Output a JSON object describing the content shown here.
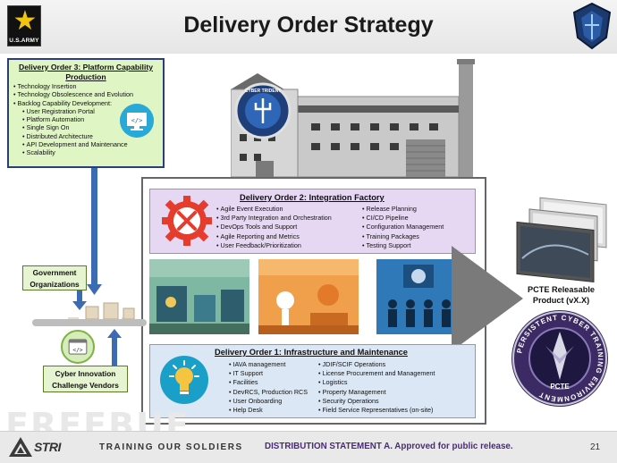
{
  "header": {
    "title": "Delivery Order Strategy",
    "army_logo_text": "U.S.ARMY",
    "cyber_logo_text": ""
  },
  "do3": {
    "title_line1": "Delivery Order 3: Platform Capability",
    "title_line2": "Production",
    "items": [
      "Technology Insertion",
      "Technology Obsolescence and Evolution",
      "Backlog Capability Development:"
    ],
    "sub_items": [
      "User Registration Portal",
      "Platform Automation",
      "Single Sign On",
      "Distributed Architecture",
      "API Development and Maintenance",
      "Scalability"
    ]
  },
  "factory": {
    "sign_text": "CYBER TRIDENT"
  },
  "do2": {
    "title": "Delivery Order 2: Integration Factory",
    "col1": [
      "Agile Event Execution",
      "3rd Party Integration and Orchestration",
      "DevOps Tools and Support",
      "Agile Reporting and Metrics",
      "User Feedback/Prioritization"
    ],
    "col2": [
      "Release Planning",
      "CI/CD Pipeline",
      "Configuration Management",
      "Training Packages",
      "Testing Support"
    ]
  },
  "do1": {
    "title": "Delivery Order 1: Infrastructure and Maintenance",
    "col1": [
      "IAVA management",
      "IT Support",
      "Facilities",
      "DevRCS, Production RCS",
      "User Onboarding",
      "Help Desk"
    ],
    "col2": [
      "JDIF/SCIF Operations",
      "License Procurement and Management",
      "Logistics",
      "Property Management",
      "Security Operations",
      "Field Service Representatives (on-site)"
    ]
  },
  "labels": {
    "government_line1": "Government",
    "government_line2": "Organizations",
    "cyber_line1": "Cyber Innovation",
    "cyber_line2": "Challenge Vendors",
    "pcte_line1": "PCTE Releasable",
    "pcte_line2": "Product (vX.X)",
    "pcte_seal_text": "PERSISTENT CYBER TRAINING ENVIRONMENT",
    "pcte_seal_bottom": "PCTE"
  },
  "footer": {
    "logo_text": "STRI",
    "tagline": "TRAINING OUR SOLDIERS",
    "distribution": "DISTRIBUTION STATEMENT A. Approved for public release.",
    "page_number": "21"
  },
  "watermark": "FREEBUF",
  "colors": {
    "do3_bg": "#dff5c4",
    "do2_bg": "#e6d8f3",
    "do1_bg": "#dbe7f5",
    "arrow_blue": "#3d6bb3",
    "gear_red": "#e63c2e",
    "bulb_teal": "#1aa0c8",
    "distribution_purple": "#4a2a7a"
  }
}
